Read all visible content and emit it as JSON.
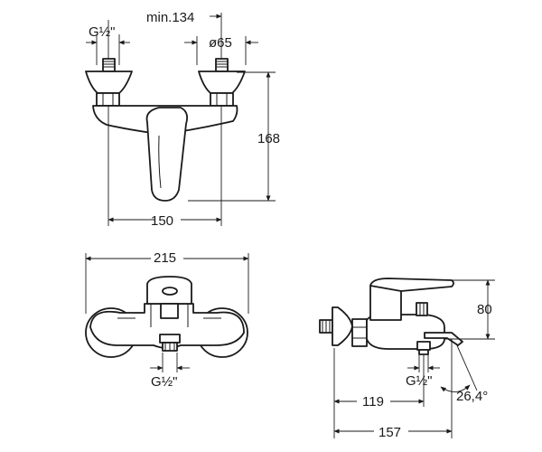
{
  "dimensions": {
    "front_thread": "G½\"",
    "min_spacing": "min.134",
    "flange_diameter": "ø65",
    "height": "168",
    "center_distance": "150",
    "overall_width": "215",
    "bottom_thread": "G½\"",
    "side_height": "80",
    "side_thread": "G½\"",
    "side_depth": "119",
    "side_overall": "157",
    "spout_angle": "26,4°"
  }
}
